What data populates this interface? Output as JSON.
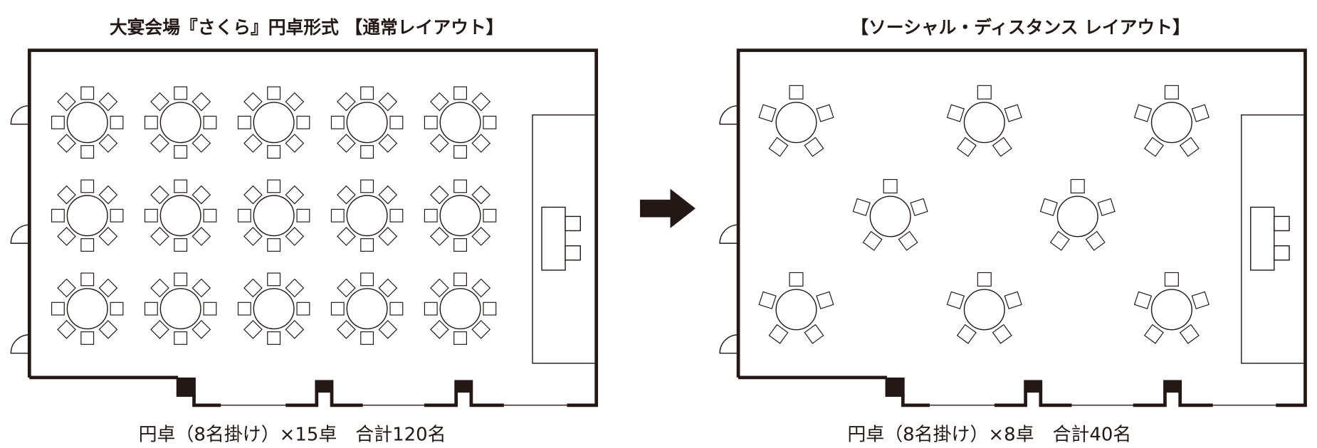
{
  "layouts": [
    {
      "title": "大宴会場『さくら』円卓形式 【通常レイアウト】",
      "caption": "円卓（8名掛け）×15卓　合計120名",
      "seats_per_table": 8,
      "table_count": 15
    },
    {
      "title": "【ソーシャル・ディスタンス レイアウト】",
      "caption": "円卓（8名掛け）×8卓　合計40名",
      "seats_per_table": 5,
      "table_count": 8
    }
  ],
  "arrow": "right-arrow-icon",
  "colors": {
    "ink": "#231815",
    "bg": "#ffffff"
  }
}
